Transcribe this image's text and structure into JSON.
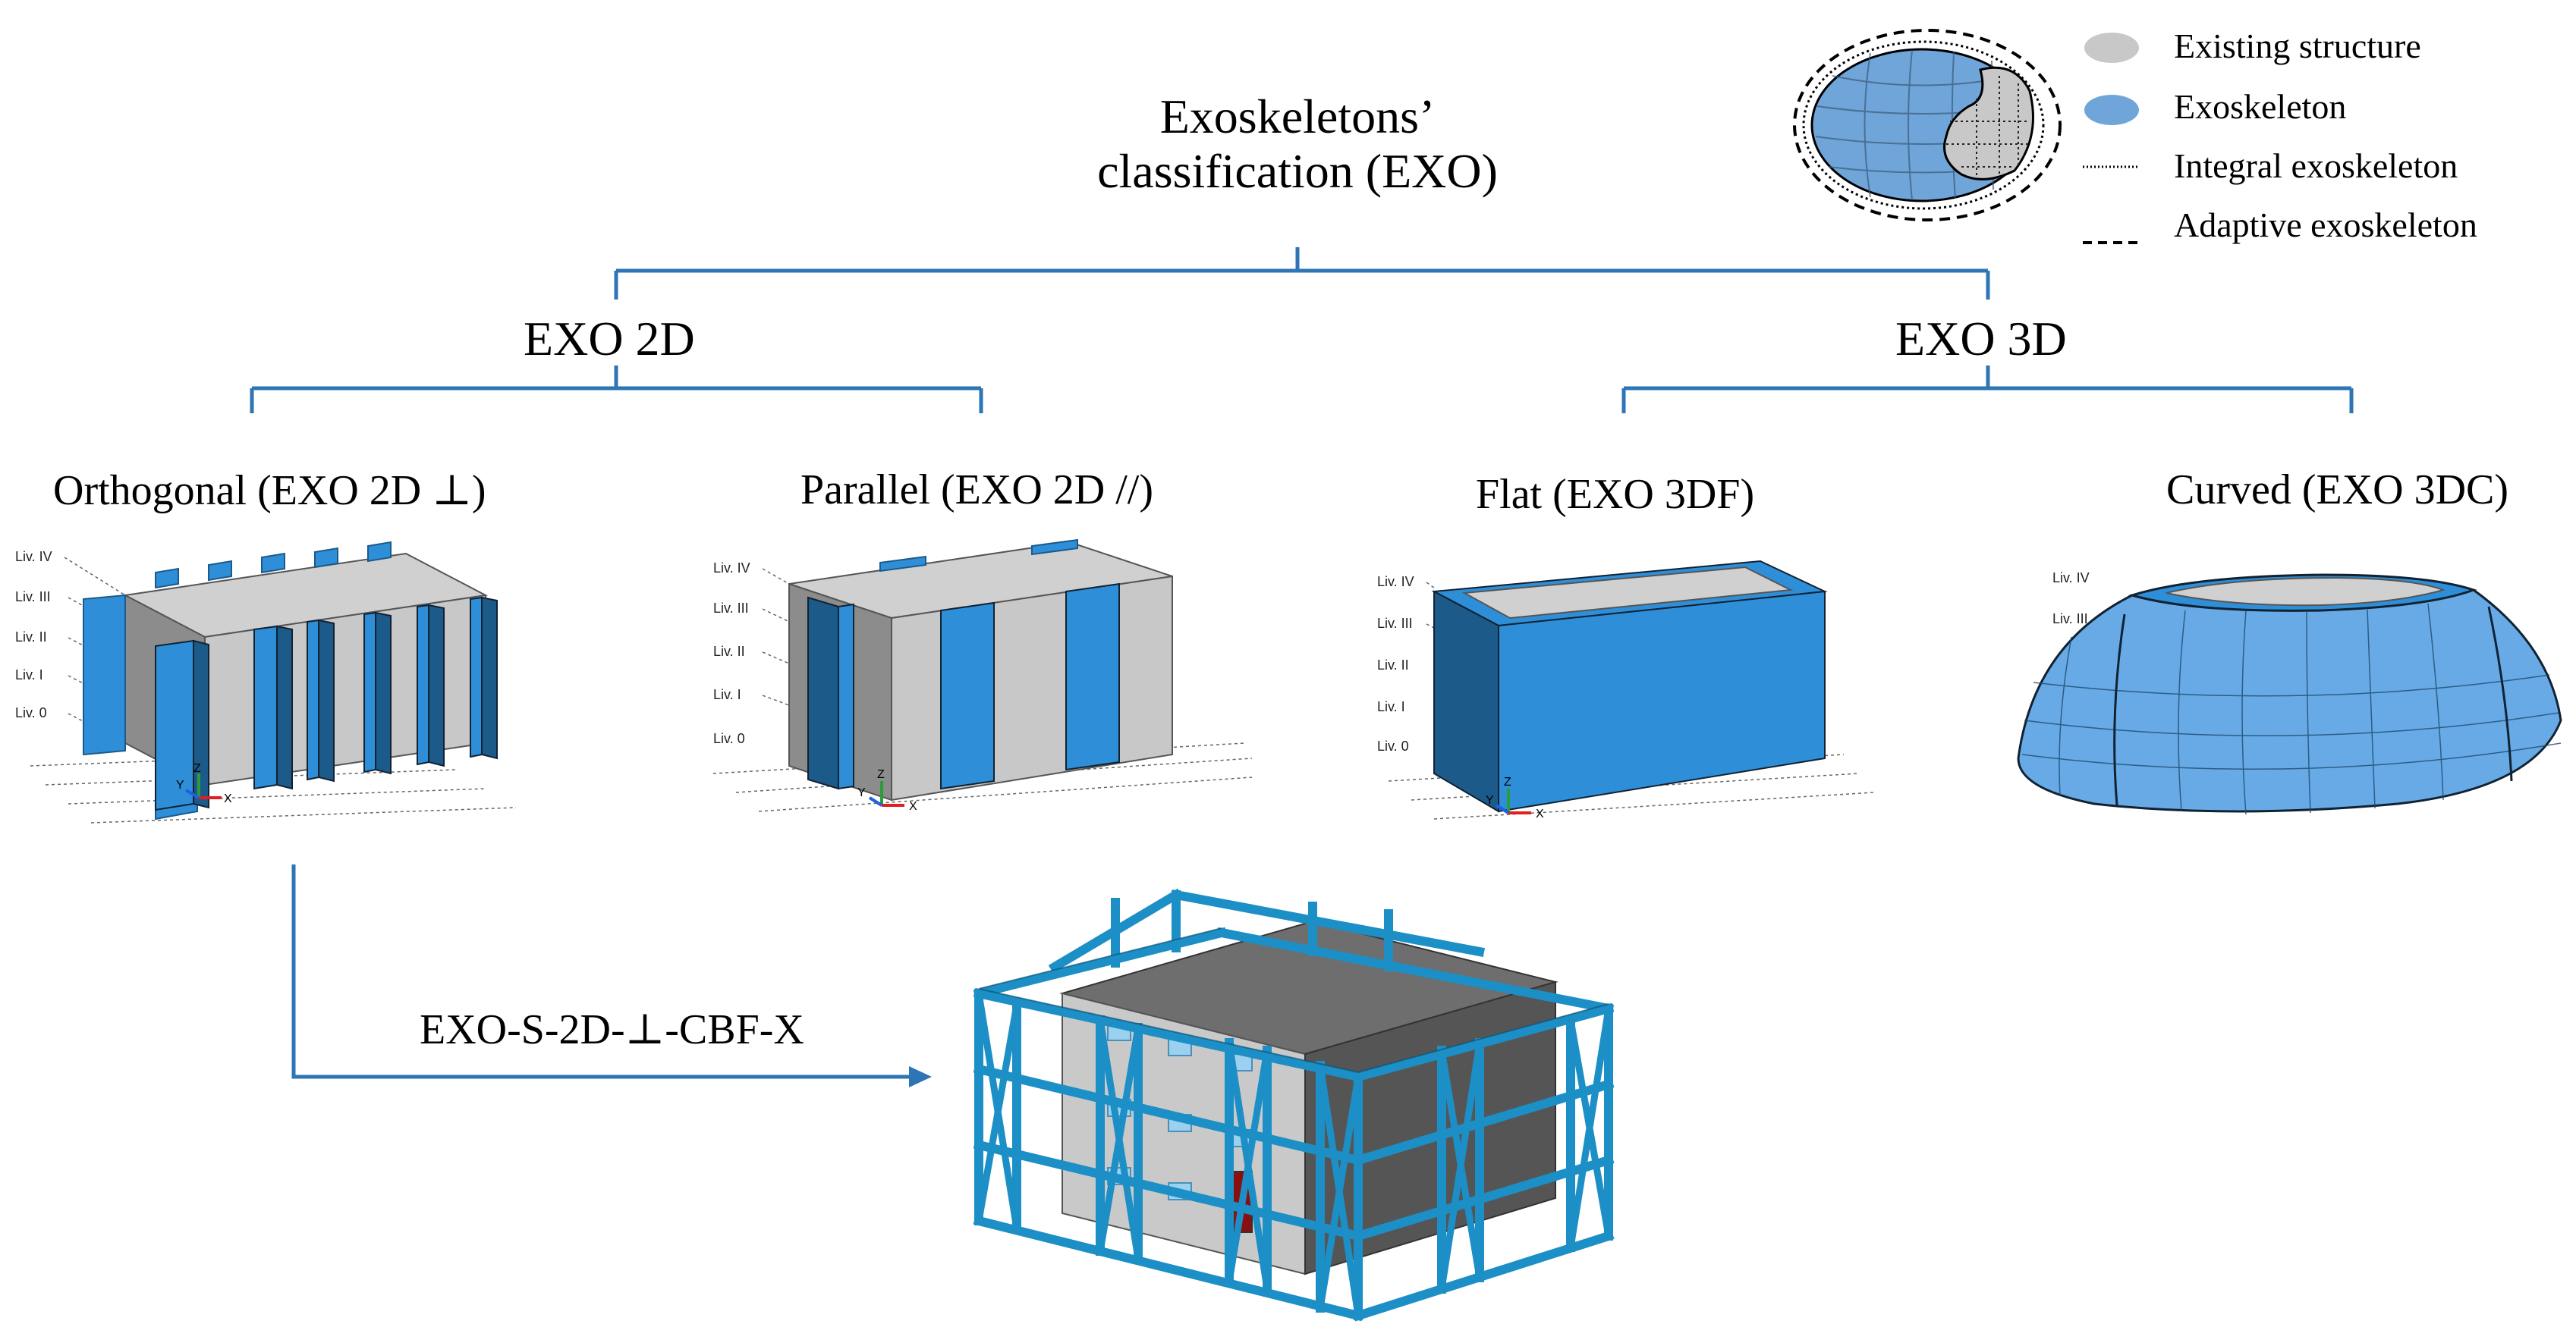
{
  "title": {
    "line1": "Exoskeletons’",
    "line2": "classification (EXO)"
  },
  "branches": {
    "left": "EXO 2D",
    "right": "EXO 3D"
  },
  "categories": [
    {
      "id": "orthogonal",
      "label": "Orthogonal (EXO 2D ⊥)"
    },
    {
      "id": "parallel",
      "label": "Parallel (EXO 2D //)"
    },
    {
      "id": "flat",
      "label": "Flat (EXO 3DF)"
    },
    {
      "id": "curved",
      "label": "Curved (EXO 3DC)"
    }
  ],
  "legend": {
    "existing": "Existing structure",
    "exoskeleton": "Exoskeleton",
    "integral": "Integral exoskeleton",
    "adaptive": "Adaptive exoskeleton"
  },
  "levels": [
    "Liv. IV",
    "Liv. III",
    "Liv. II",
    "Liv. I",
    "Liv. 0"
  ],
  "axes": {
    "x": "X",
    "y": "Y",
    "z": "Z"
  },
  "example_label": "EXO-S-2D-⊥-CBF-X",
  "colors": {
    "tree_line": "#2e75b6",
    "exo_blue": "#2e8fd8",
    "exo_dark": "#1c5a8a",
    "existing_grey": "#c9c9c9",
    "frame_blue": "#1b8fc6"
  }
}
